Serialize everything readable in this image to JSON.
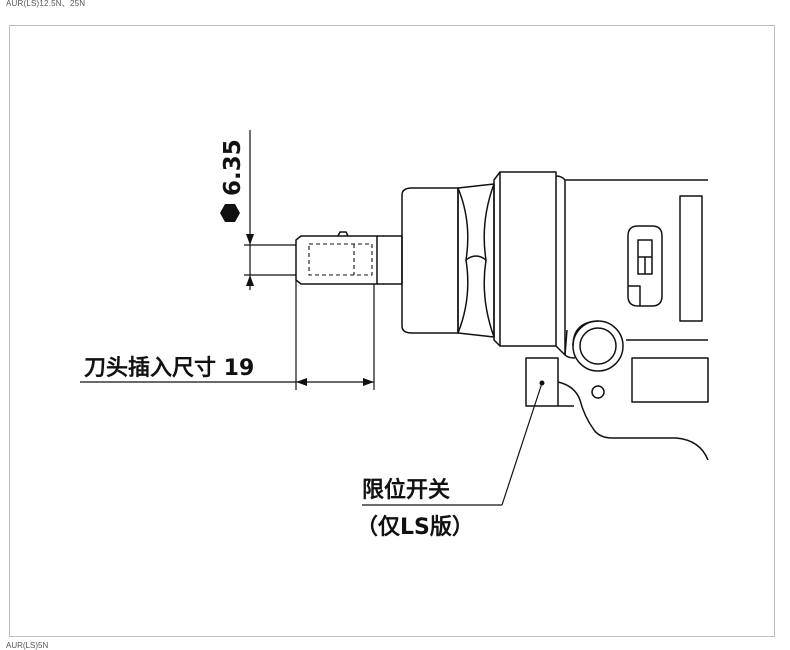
{
  "captions": {
    "top": "AUR(LS)12.5N、25N",
    "bottom": "AUR(LS)5N"
  },
  "labels": {
    "hex_size": "6.35",
    "bit_insertion": "刀头插入尺寸 19",
    "limit_switch_line1": "限位开关",
    "limit_switch_line2": "（仅LS版）"
  },
  "colors": {
    "line": "#111111",
    "frame": "#bdbdbd"
  },
  "icons": {
    "hex_marker": "hexagon-icon"
  }
}
